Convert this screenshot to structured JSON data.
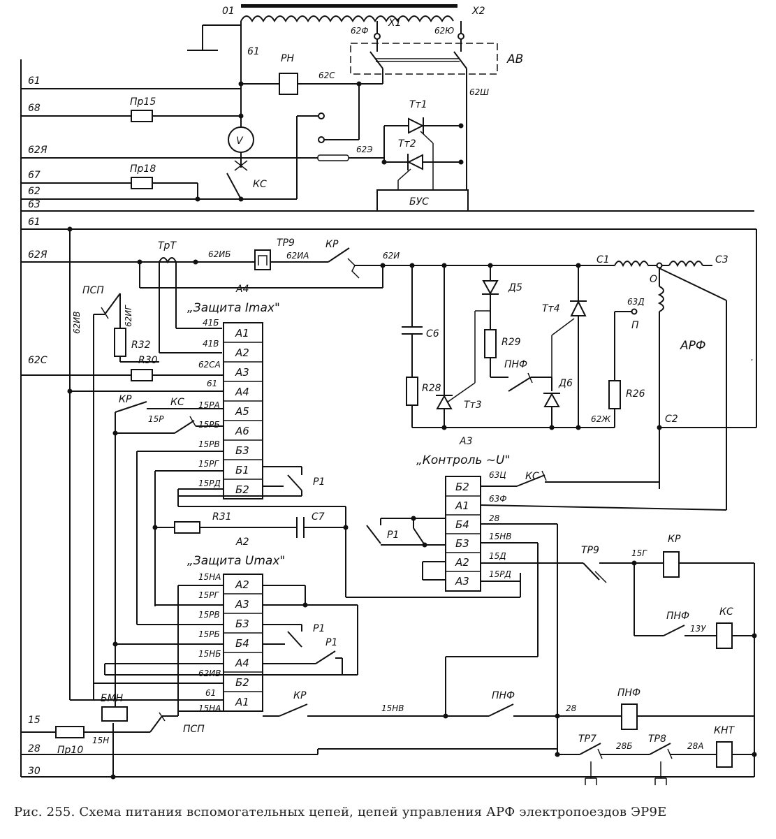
{
  "caption": "Рис. 255. Схема питания вспомогательных цепей, цепей управления АРФ электропоездов ЭР9Е",
  "terminals": {
    "q1": "01",
    "x1": "X1",
    "x2": "X2",
    "t62f": "62Ф",
    "t62yu": "62Ю",
    "av": "АВ",
    "rn": "РН",
    "t61top": "61",
    "t62s_top": "62С",
    "t62sh": "62Ш",
    "tt1": "Тт1",
    "tt2": "Тт2",
    "t62e": "62Э",
    "bus": "БУС",
    "ks_top": "КС",
    "v": "V",
    "pr15": "Пр15",
    "pr18": "Пр18",
    "pr10": "Пр10"
  },
  "left_bus": [
    "61",
    "68",
    "62Я",
    "67",
    "62",
    "63",
    "61",
    "62Я",
    "62С",
    "15",
    "28",
    "30"
  ],
  "a4": {
    "title": "А4",
    "subtitle": "„Защита Imax\"",
    "wires": [
      "41Б",
      "41В",
      "62СА",
      "61",
      "15РА",
      "15РБ",
      "15РВ",
      "15РГ",
      "15РД"
    ],
    "rows": [
      "А1",
      "А2",
      "А3",
      "А4",
      "А5",
      "А6",
      "Б3",
      "Б1",
      "Б2"
    ]
  },
  "a2": {
    "title": "А2",
    "subtitle": "„Защита Umax\"",
    "wires": [
      "15НА",
      "15РГ",
      "15РВ",
      "15РБ",
      "15НБ",
      "62ИВ",
      "61",
      "15НА"
    ],
    "rows": [
      "А2",
      "А3",
      "Б3",
      "Б4",
      "А4",
      "Б2",
      "А1"
    ]
  },
  "a3": {
    "title": "А3",
    "subtitle": "„Контроль ~U\"",
    "wires": [
      "63Ц",
      "63Ф",
      "28",
      "15НВ",
      "15Д",
      "15РД"
    ],
    "rows": [
      "Б2",
      "А1",
      "Б4",
      "Б3",
      "А2",
      "А3"
    ]
  },
  "components": {
    "trt": "ТрТ",
    "tr9": "ТР9",
    "kr": "КР",
    "t62ib": "62ИБ",
    "t62ia": "62ИА",
    "t62i": "62И",
    "c1": "С1",
    "c3": "С3",
    "c2": "С2",
    "c6": "С6",
    "c7": "С7",
    "d5": "Д5",
    "d6": "Д6",
    "tt3": "Тт3",
    "tt4": "Тт4",
    "r28": "R28",
    "r29": "R29",
    "r26": "R26",
    "r30": "R30",
    "r31": "R31",
    "r32": "R32",
    "pnf": "ПНФ",
    "arf": "АРФ",
    "o": "О",
    "p": "П",
    "t63d": "63Д",
    "t62zh": "62Ж",
    "psp": "ПСП",
    "t62iv": "62ИВ",
    "t62ig": "62ИГ",
    "ks": "КС",
    "t15r": "15Р",
    "p1": "Р1",
    "tr7": "ТР7",
    "tr8": "ТР8",
    "knt": "КНТ",
    "bmn": "БМН",
    "t15g": "15Г",
    "t13u": "13У",
    "t15nv": "15НВ",
    "t28": "28",
    "t28b": "28Б",
    "t28a": "28А",
    "t15n": "15Н"
  }
}
